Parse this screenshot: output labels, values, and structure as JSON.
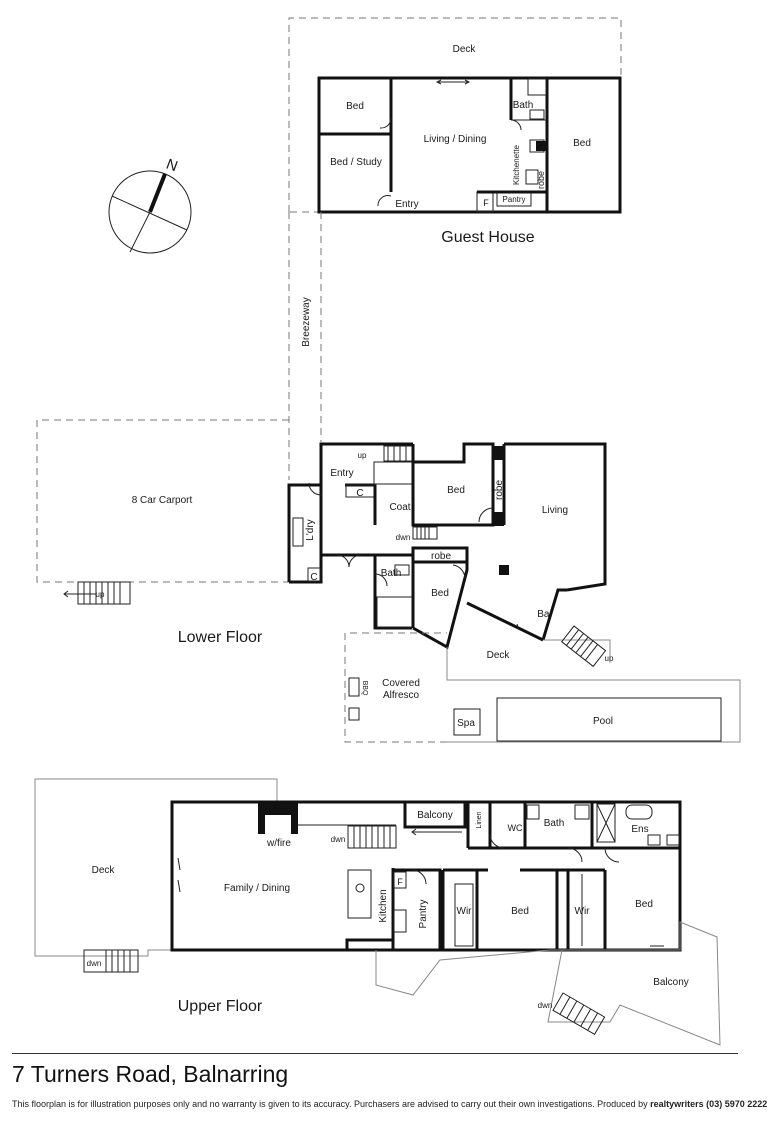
{
  "guest_house": {
    "title": "Guest House",
    "deck": "Deck",
    "bed_1": "Bed",
    "bed_study": "Bed / Study",
    "living_dining": "Living / Dining",
    "bath": "Bath",
    "kitchenette": "Kitchenette",
    "robe": "robe",
    "bed_2": "Bed",
    "entry": "Entry",
    "fridge": "F",
    "pantry": "Pantry"
  },
  "compass": {
    "north": "N"
  },
  "breezeway": "Breezeway",
  "lower_floor": {
    "title": "Lower Floor",
    "carport": "8 Car Carport",
    "carport_stairs": "up",
    "entry": "Entry",
    "entry_stairs_up": "up",
    "cupboard_1": "C",
    "coat": "Coat",
    "laundry": "L'dry",
    "cupboard_2": "C",
    "stairs_down": "dwn",
    "bath": "Bath",
    "robe_1": "robe",
    "bed_1": "Bed",
    "robe_2": "robe",
    "bed_2": "Bed",
    "living": "Living",
    "bar": "Bar",
    "deck": "Deck",
    "deck_stairs": "up",
    "covered_alfresco": "Covered Alfresco",
    "bbq": "BBQ",
    "spa": "Spa",
    "pool": "Pool"
  },
  "upper_floor": {
    "title": "Upper Floor",
    "deck": "Deck",
    "deck_stairs": "dwn",
    "wood_fire": "w/fire",
    "stairs_down": "dwn",
    "balcony_1": "Balcony",
    "linen": "Linen",
    "wc": "WC",
    "bath": "Bath",
    "ensuite": "Ens",
    "family_dining": "Family / Dining",
    "fridge": "F",
    "kitchen": "Kitchen",
    "pantry": "Pantry",
    "wir_1": "Wir",
    "bed_1": "Bed",
    "wir_2": "Wir",
    "bed_2": "Bed",
    "balcony_2": "Balcony",
    "balcony_stairs": "dwn"
  },
  "footer": {
    "address": "7 Turners Road, Balnarring",
    "disclaimer": "This floorplan is for illustration purposes only and no warranty is given to its accuracy. Purchasers are advised to carry out their own investigations. Produced by ",
    "producer": "realtywriters (03) 5970 2222"
  }
}
